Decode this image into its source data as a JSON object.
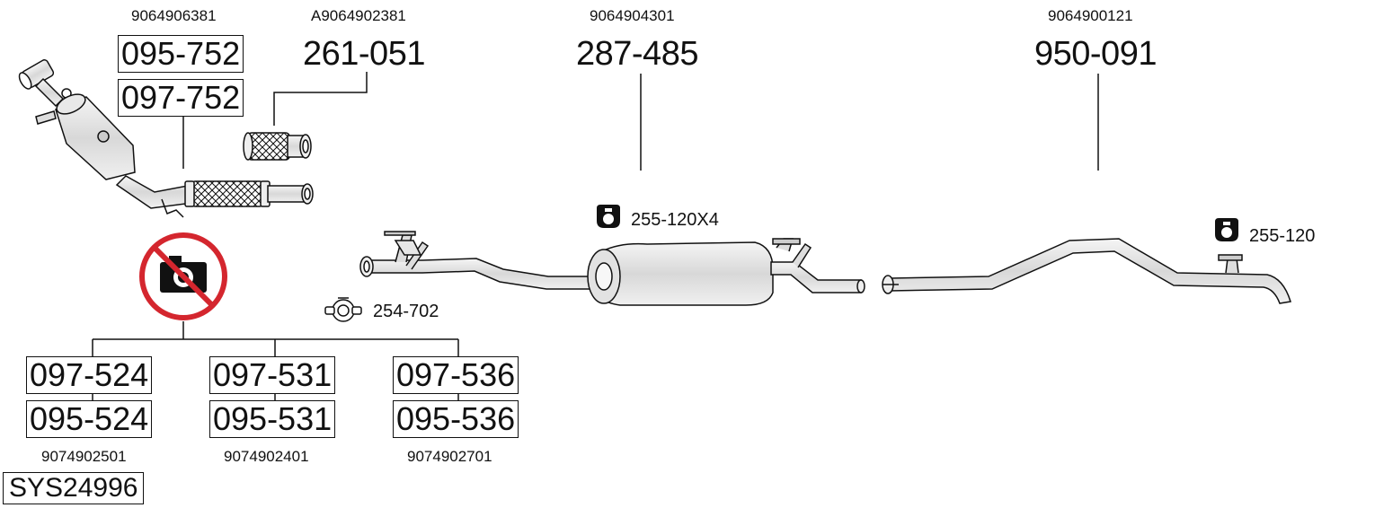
{
  "groups": {
    "cat": {
      "oe": "9064906381",
      "codes": [
        "095-752",
        "097-752"
      ]
    },
    "flex": {
      "oe": "A9064902381",
      "code": "261-051"
    },
    "middle": {
      "oe": "9064904301",
      "code": "287-485",
      "hanger_label": "255-120X4"
    },
    "rear": {
      "oe": "9064900121",
      "code": "950-091",
      "hanger_label": "255-120"
    },
    "clamp": {
      "label": "254-702"
    },
    "dpf_options": [
      {
        "codes": [
          "097-524",
          "095-524"
        ],
        "oe": "9074902501"
      },
      {
        "codes": [
          "097-531",
          "095-531"
        ],
        "oe": "9074902401"
      },
      {
        "codes": [
          "097-536",
          "095-536"
        ],
        "oe": "9074902701"
      }
    ]
  },
  "system_code": "SYS24996",
  "icons": {
    "no_photo": "no-camera-icon",
    "hanger": "rubber-hanger-icon",
    "clamp": "clamp-icon"
  },
  "colors": {
    "line": "#111111",
    "pipe_fill": "#e6e6e6",
    "no_sign": "#d4262e"
  }
}
